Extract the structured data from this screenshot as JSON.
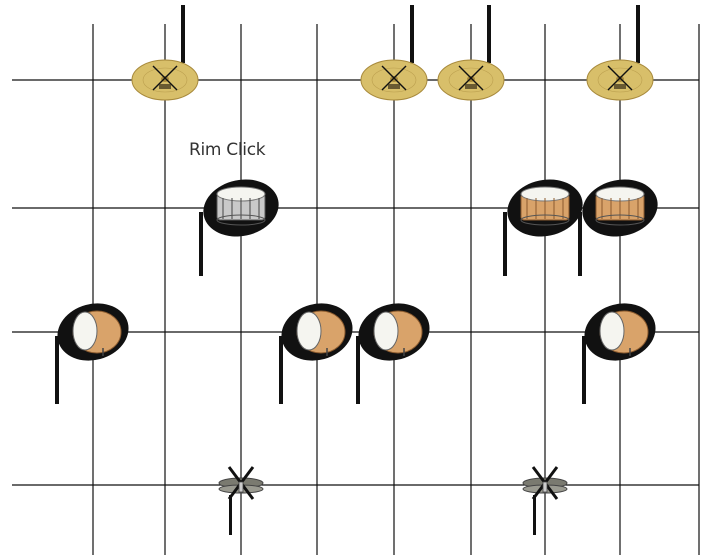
{
  "annotation": {
    "text": "Rim Click"
  },
  "colors": {
    "line": "#111111",
    "cymbal": "#d8bf6a",
    "cymbal_dark": "#a88a3c",
    "wood": "#d9a36a",
    "wood_dark": "#8a5a2e",
    "shell_white": "#f5f5f0",
    "silver": "#c9c9c9",
    "hihat": "#7a7a70"
  },
  "notation": {
    "grid": {
      "columns": 9,
      "rows": 4
    },
    "notes": [
      {
        "kind": "cymbal",
        "col": 2,
        "row": 1,
        "stem": "up"
      },
      {
        "kind": "cymbal",
        "col": 5,
        "row": 1,
        "stem": "up"
      },
      {
        "kind": "cymbal",
        "col": 6,
        "row": 1,
        "stem": "up"
      },
      {
        "kind": "cymbal",
        "col": 8,
        "row": 1,
        "stem": "up"
      },
      {
        "kind": "snare-rim",
        "col": 3,
        "row": 2,
        "stem": "down"
      },
      {
        "kind": "snare",
        "col": 7,
        "row": 2,
        "stem": "down"
      },
      {
        "kind": "snare",
        "col": 8,
        "row": 2,
        "stem": "down"
      },
      {
        "kind": "bass-drum",
        "col": 1,
        "row": 3,
        "stem": "down"
      },
      {
        "kind": "bass-drum",
        "col": 4,
        "row": 3,
        "stem": "down"
      },
      {
        "kind": "bass-drum",
        "col": 5,
        "row": 3,
        "stem": "down"
      },
      {
        "kind": "bass-drum",
        "col": 8,
        "row": 3,
        "stem": "down"
      },
      {
        "kind": "hihat-pedal",
        "col": 3,
        "row": 4,
        "stem": "down"
      },
      {
        "kind": "hihat-pedal",
        "col": 7,
        "row": 4,
        "stem": "down"
      }
    ]
  }
}
